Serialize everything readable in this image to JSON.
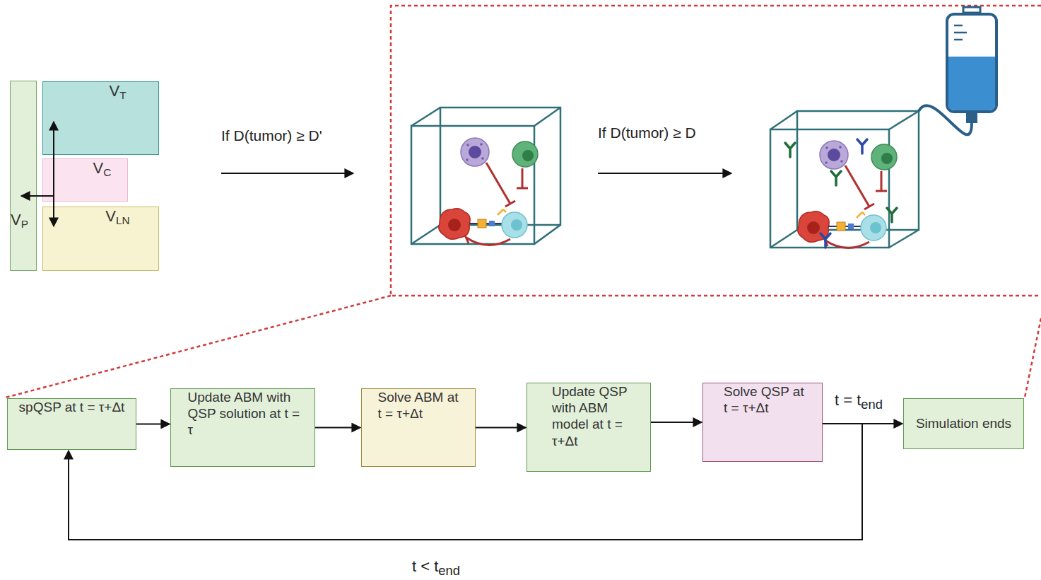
{
  "diagram": {
    "nodes": [
      {
        "text": [
          "VP"
        ]
      },
      {
        "text": [
          "VT"
        ]
      },
      {
        "text": [
          "VC"
        ]
      },
      {
        "text": [
          "VLN"
        ]
      },
      {
        "text": [
          "spQSP at t = τ+Δt"
        ]
      },
      {
        "text": [
          "Update ABM with QSP solution at t = τ"
        ]
      },
      {
        "text": [
          "Solve ABM at t = τ+Δt"
        ]
      },
      {
        "text": [
          "Update QSP with ABM model at t = τ+Δt"
        ]
      },
      {
        "text": [
          "Solve QSP at t = τ+Δt"
        ]
      },
      {
        "text": [
          "Simulation ends"
        ]
      }
    ],
    "edges": [
      {
        "from": 2,
        "to": 1,
        "arrow": "to"
      },
      {
        "from": 2,
        "to": 3,
        "arrow": "to"
      },
      {
        "from": 2,
        "to": 0,
        "arrow": "to"
      },
      {
        "from": 4,
        "to": 5,
        "arrow": "to"
      },
      {
        "from": 5,
        "to": 6,
        "arrow": "to"
      },
      {
        "from": 6,
        "to": 7,
        "arrow": "to"
      },
      {
        "from": 7,
        "to": 8,
        "arrow": "to"
      },
      {
        "from": 8,
        "to": 9,
        "label": "t = tend",
        "arrow": "to"
      },
      {
        "from": 8,
        "to": 4,
        "label": "t < tend",
        "arrow": "to"
      }
    ],
    "labels": [
      "If D(tumor) ≥ D'",
      "If D(tumor) ≥ D"
    ]
  }
}
